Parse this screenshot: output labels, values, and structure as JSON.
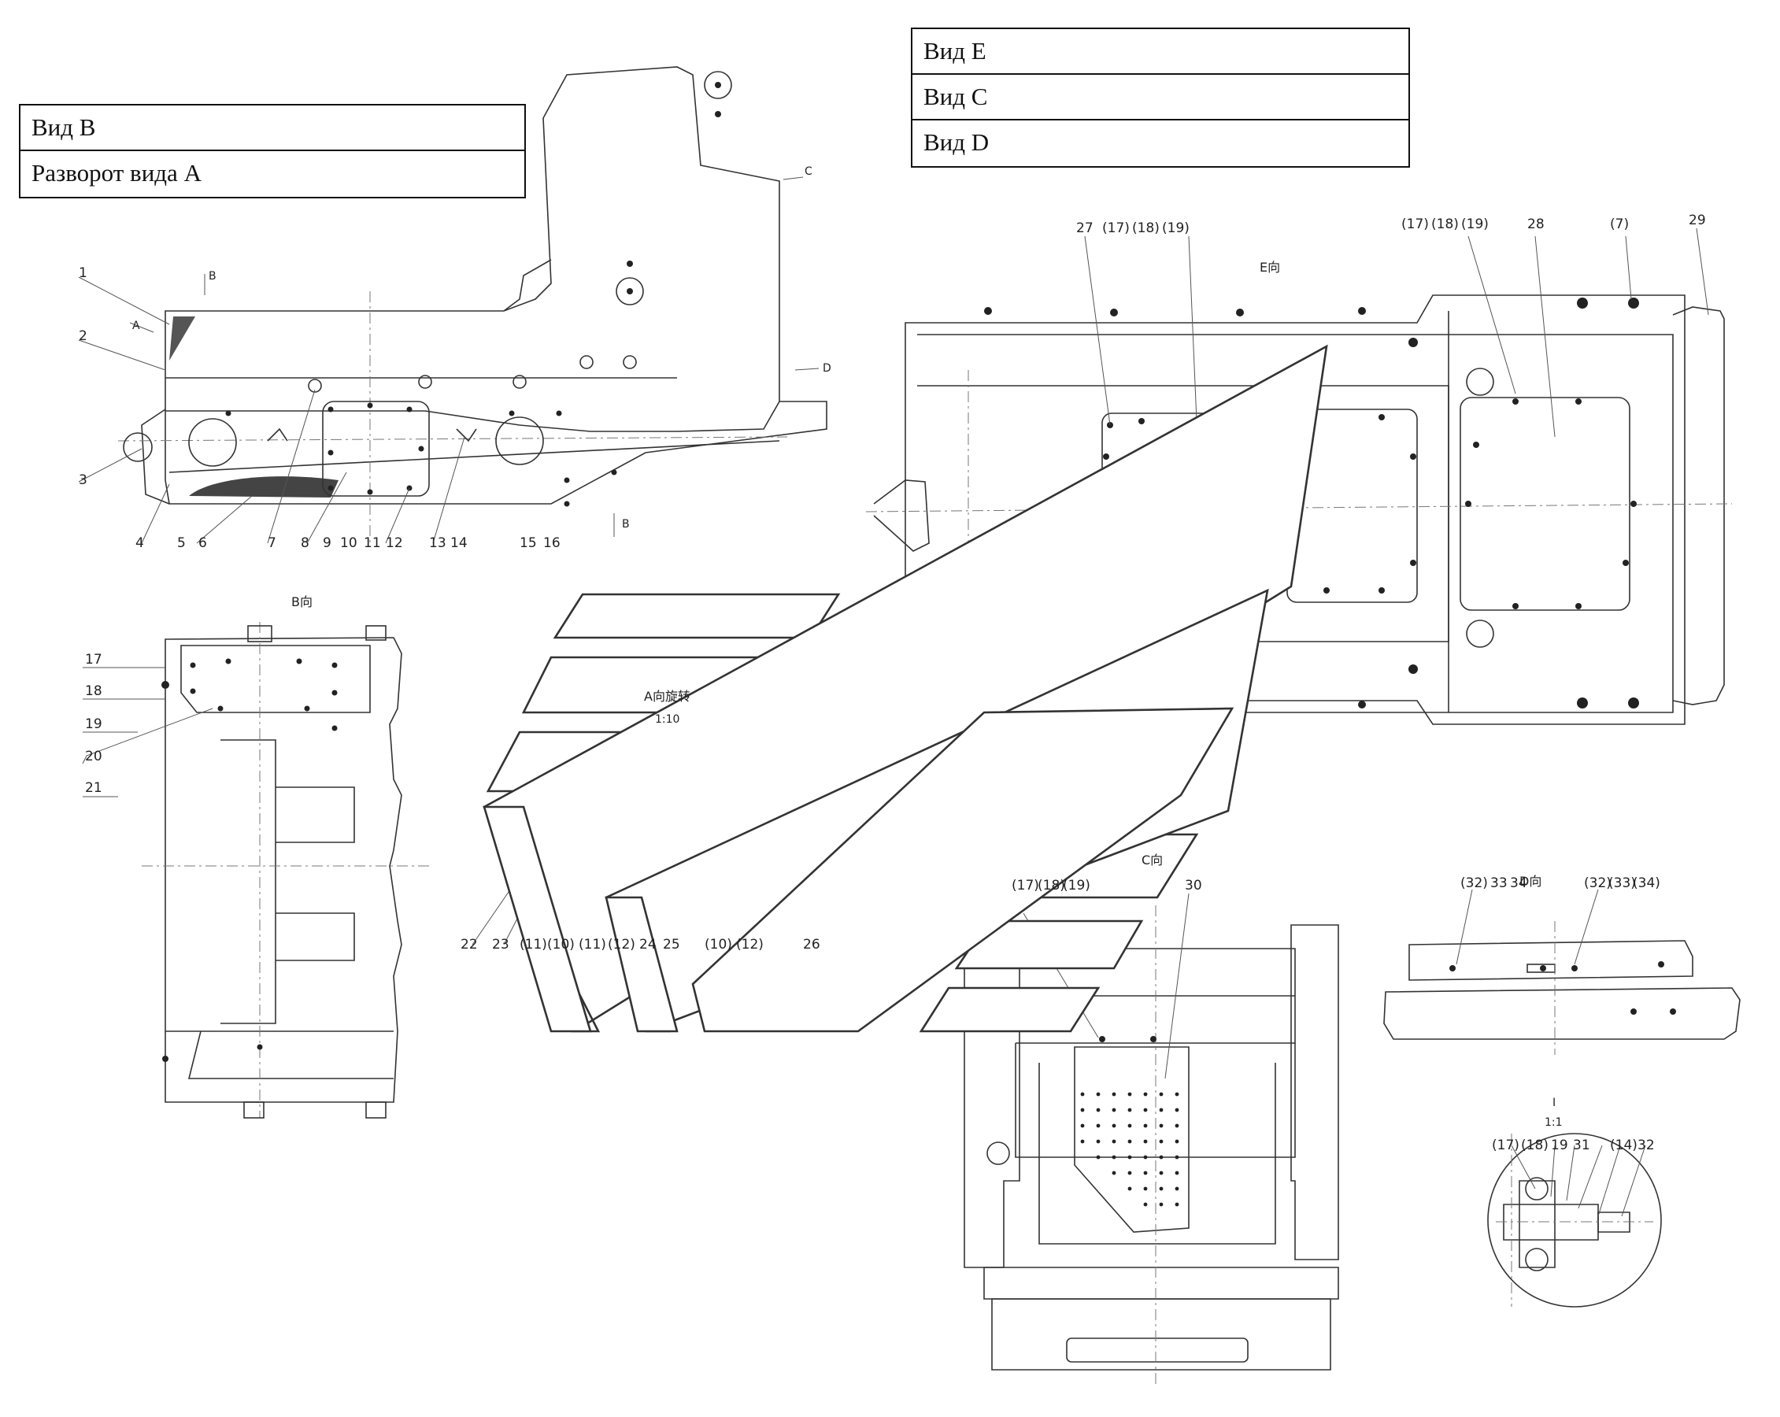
{
  "legend_left": {
    "rows": [
      "Вид B",
      "Разворот вида A"
    ]
  },
  "legend_right": {
    "rows": [
      "Вид E",
      "Вид C",
      "Вид D"
    ]
  },
  "view_headers": {
    "view_e": "E向",
    "view_b": "B向",
    "view_a": "A向旋转",
    "view_a_scale": "1:10",
    "view_c": "C向",
    "view_d": "D向",
    "detail_i": "I",
    "detail_scale": "1:1"
  },
  "callouts": {
    "main_left": [
      "1",
      "2",
      "3"
    ],
    "main_bottom": [
      "4",
      "5",
      "6",
      "7",
      "8",
      "9",
      "10",
      "11",
      "12",
      "13",
      "14",
      "15",
      "16"
    ],
    "main_arrows": [
      "A",
      "B",
      "C",
      "D",
      "B"
    ],
    "view_b": [
      "17",
      "18",
      "19",
      "20",
      "21"
    ],
    "view_a": [
      "22",
      "23",
      "(11)",
      "(10)",
      "(11)",
      "(12)",
      "24",
      "25",
      "(10)",
      "(12)",
      "26"
    ],
    "view_e": [
      "27",
      "(17)",
      "(18)",
      "(19)",
      "(17)",
      "(18)",
      "(19)",
      "28",
      "(7)",
      "29"
    ],
    "view_c": [
      "(17)",
      "(18)",
      "(19)",
      "30"
    ],
    "view_d": [
      "(32)",
      "33",
      "34",
      "(32)",
      "(33)",
      "(34)"
    ],
    "detail": [
      "(17)",
      "(18)",
      "19",
      "31",
      "(14)",
      "32"
    ]
  }
}
